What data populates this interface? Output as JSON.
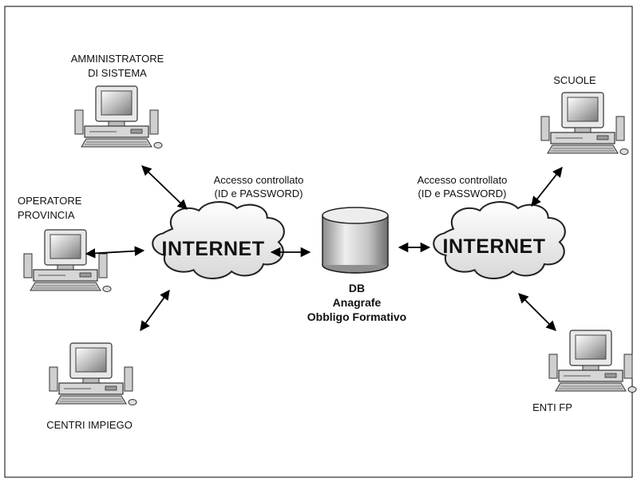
{
  "nodes": {
    "admin": {
      "line1": "AMMINISTRATORE",
      "line2": "DI SISTEMA"
    },
    "operatore": {
      "line1": "OPERATORE",
      "line2": "PROVINCIA"
    },
    "centri": {
      "label": "CENTRI IMPIEGO"
    },
    "scuole": {
      "label": "SCUOLE"
    },
    "enti": {
      "label": "ENTI FP"
    }
  },
  "clouds": {
    "left": {
      "label": "INTERNET",
      "caption1": "Accesso controllato",
      "caption2": "(ID e PASSWORD)"
    },
    "right": {
      "label": "INTERNET",
      "caption1": "Accesso controllato",
      "caption2": "(ID e PASSWORD)"
    }
  },
  "database": {
    "line1": "DB",
    "line2": "Anagrafe",
    "line3": "Obbligo Formativo"
  }
}
